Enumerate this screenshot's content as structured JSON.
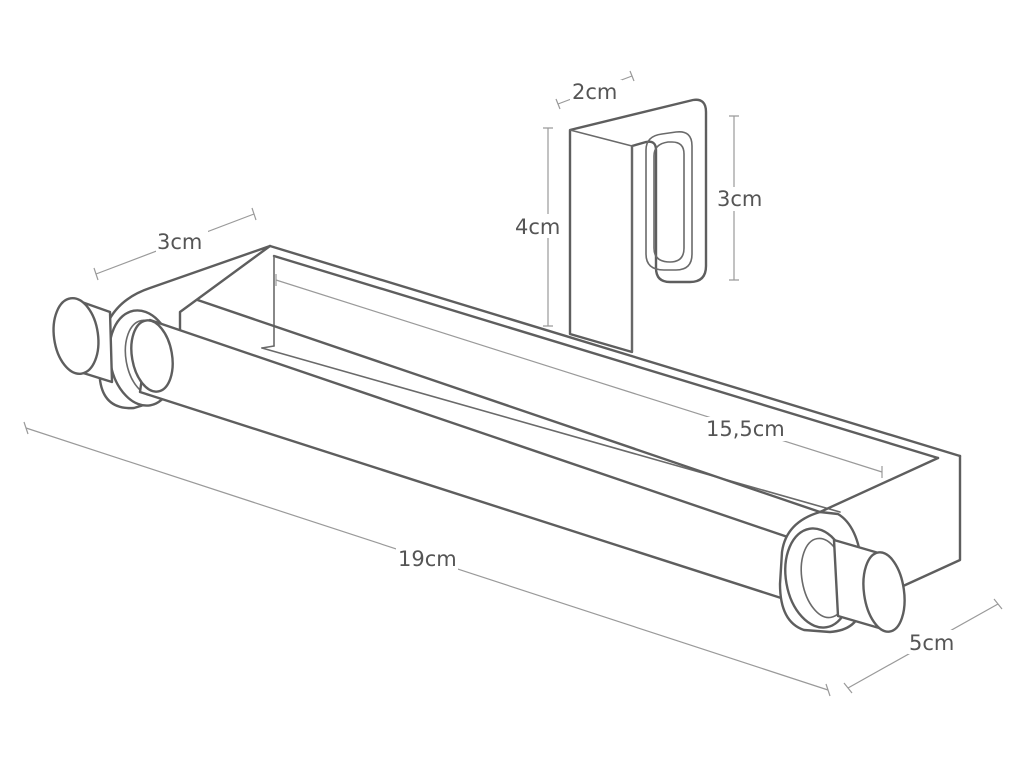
{
  "dimensions": {
    "hook_width": "2cm",
    "hook_height": "4cm",
    "slot_height": "3cm",
    "side_plate_depth": "3cm",
    "inner_length": "15,5cm",
    "overall_length": "19cm",
    "overall_depth": "5cm"
  },
  "colors": {
    "line": "#5e5e5e",
    "dimension_line": "#9a9a9a",
    "text": "#555555",
    "background": "#ffffff"
  }
}
